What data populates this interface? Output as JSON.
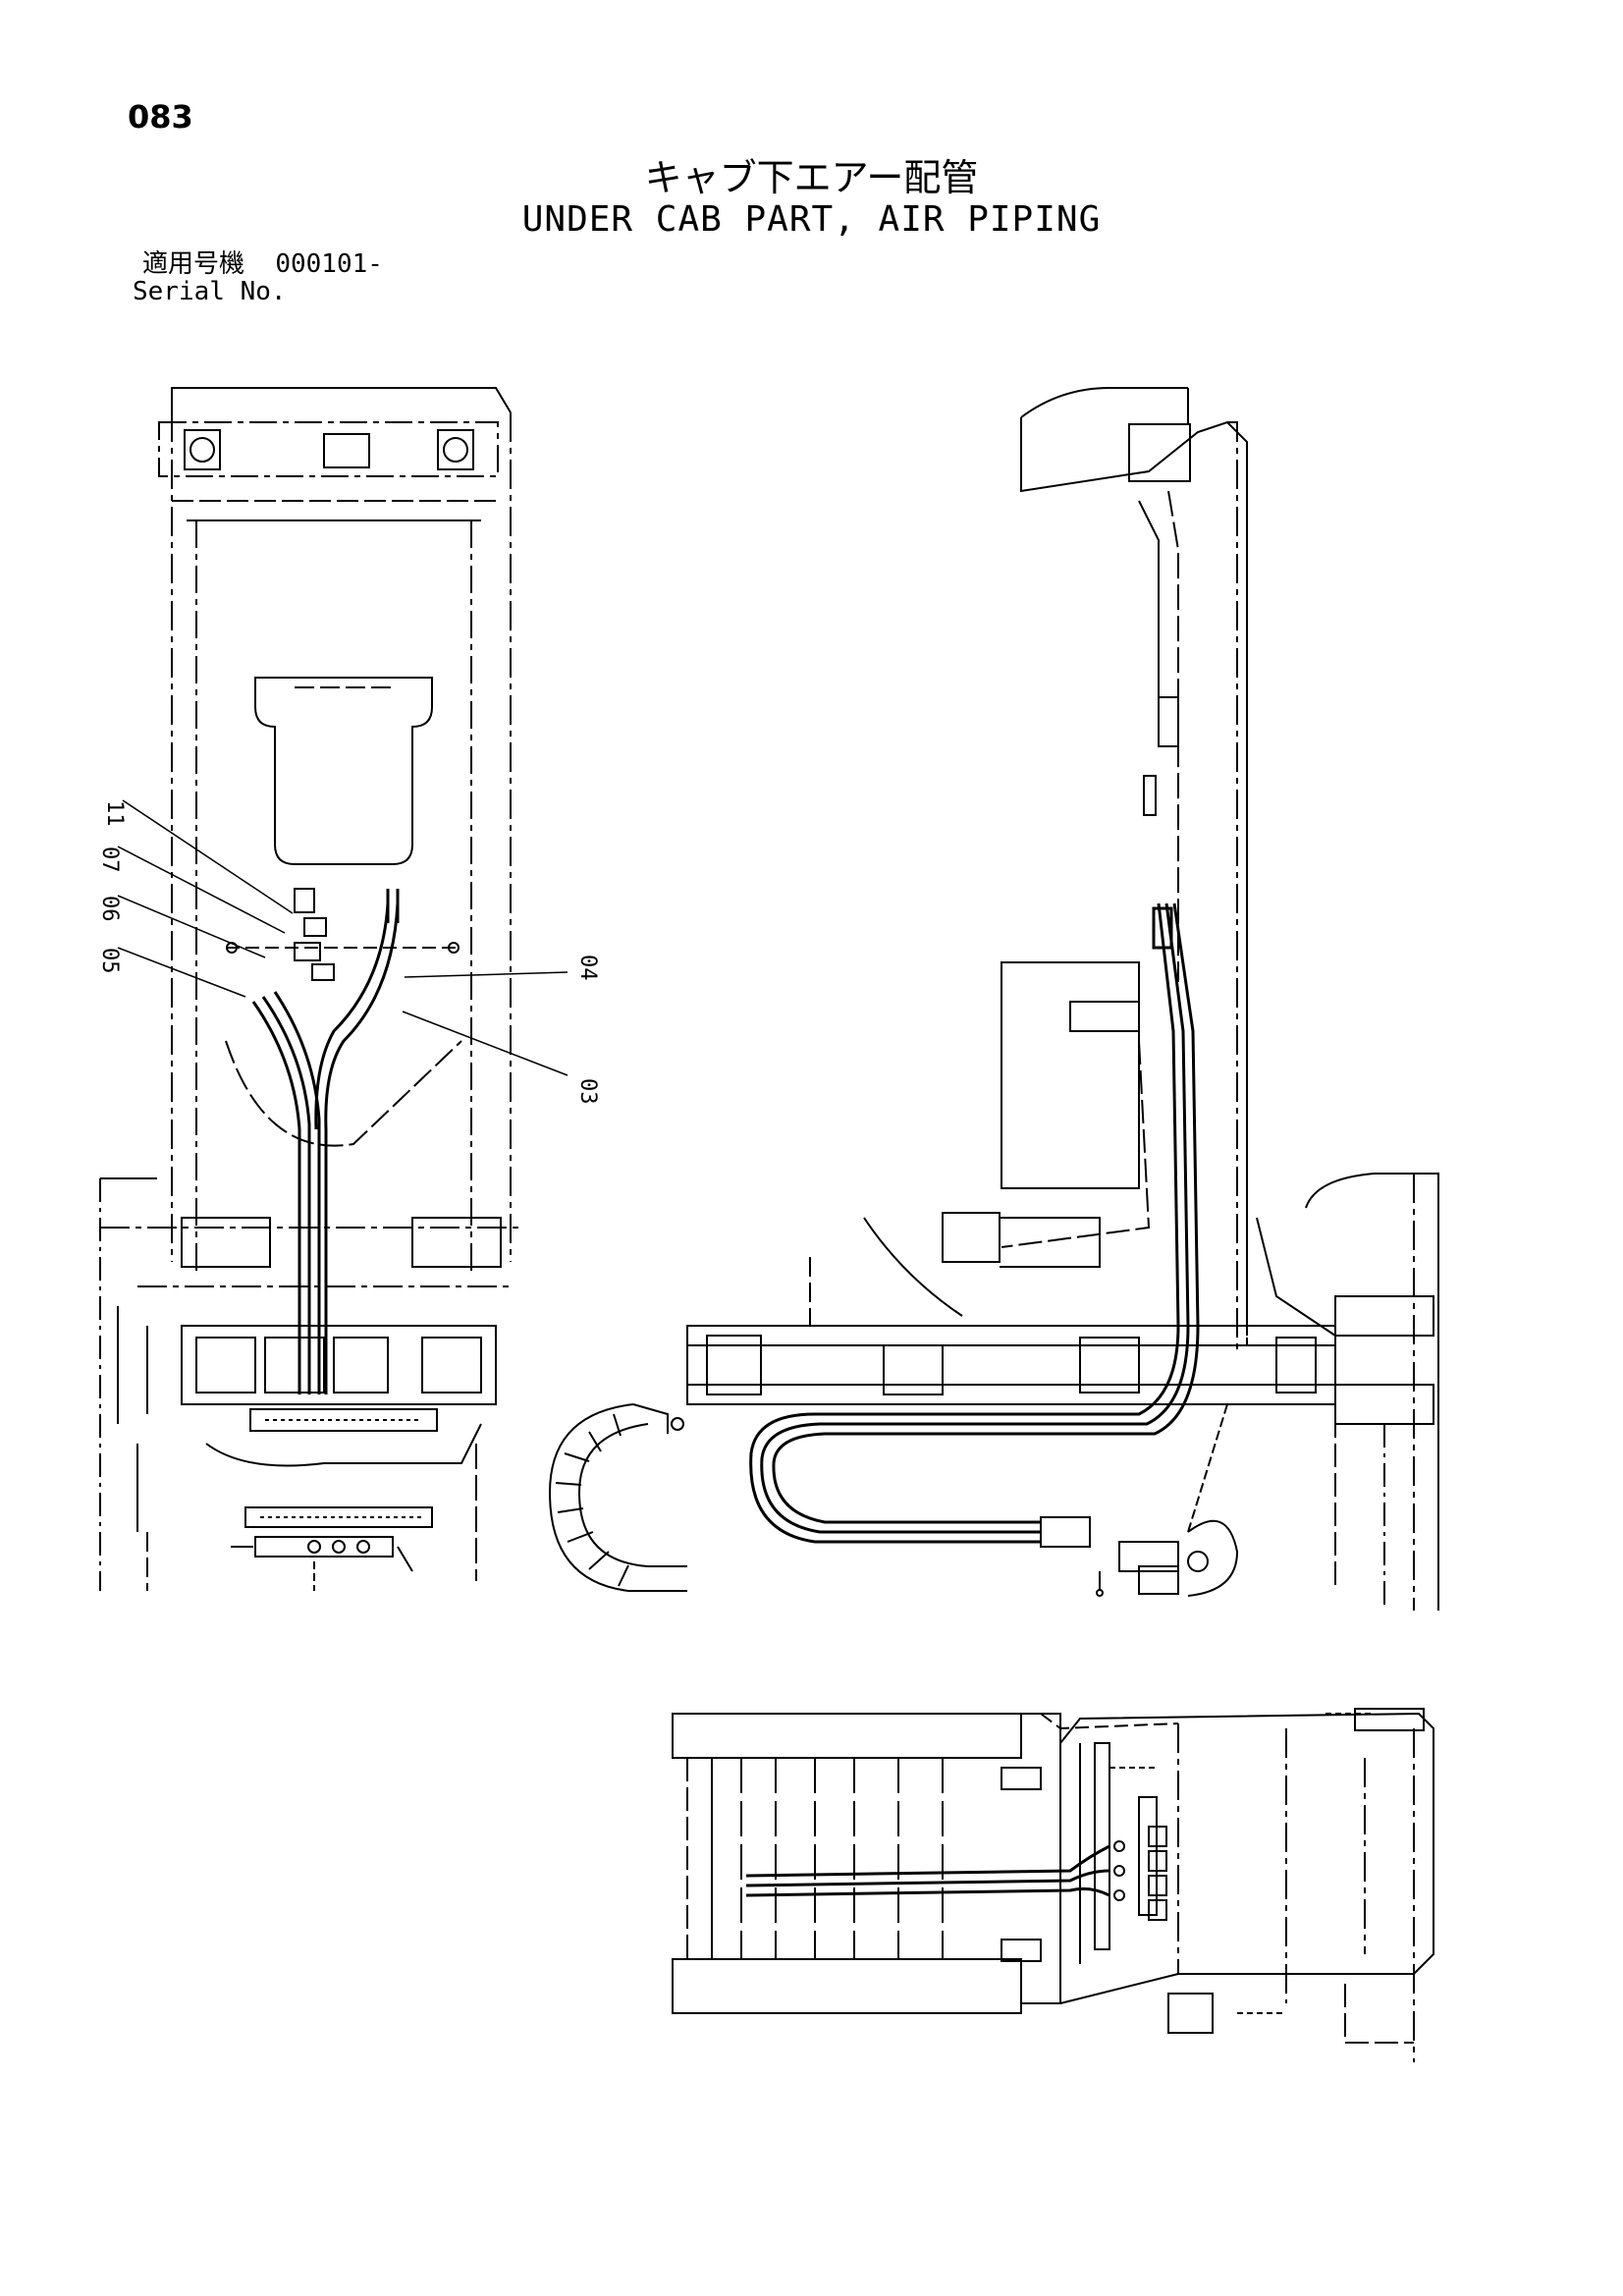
{
  "page_number": "083",
  "title_jp": "キャブ下エアー配管",
  "title_en": "UNDER CAB PART, AIR PIPING",
  "applicable_label_jp": "適用号機",
  "serial_from": "000101-",
  "serial_label_en": "Serial No.",
  "callouts": [
    "11",
    "07",
    "06",
    "05",
    "04",
    "03"
  ]
}
